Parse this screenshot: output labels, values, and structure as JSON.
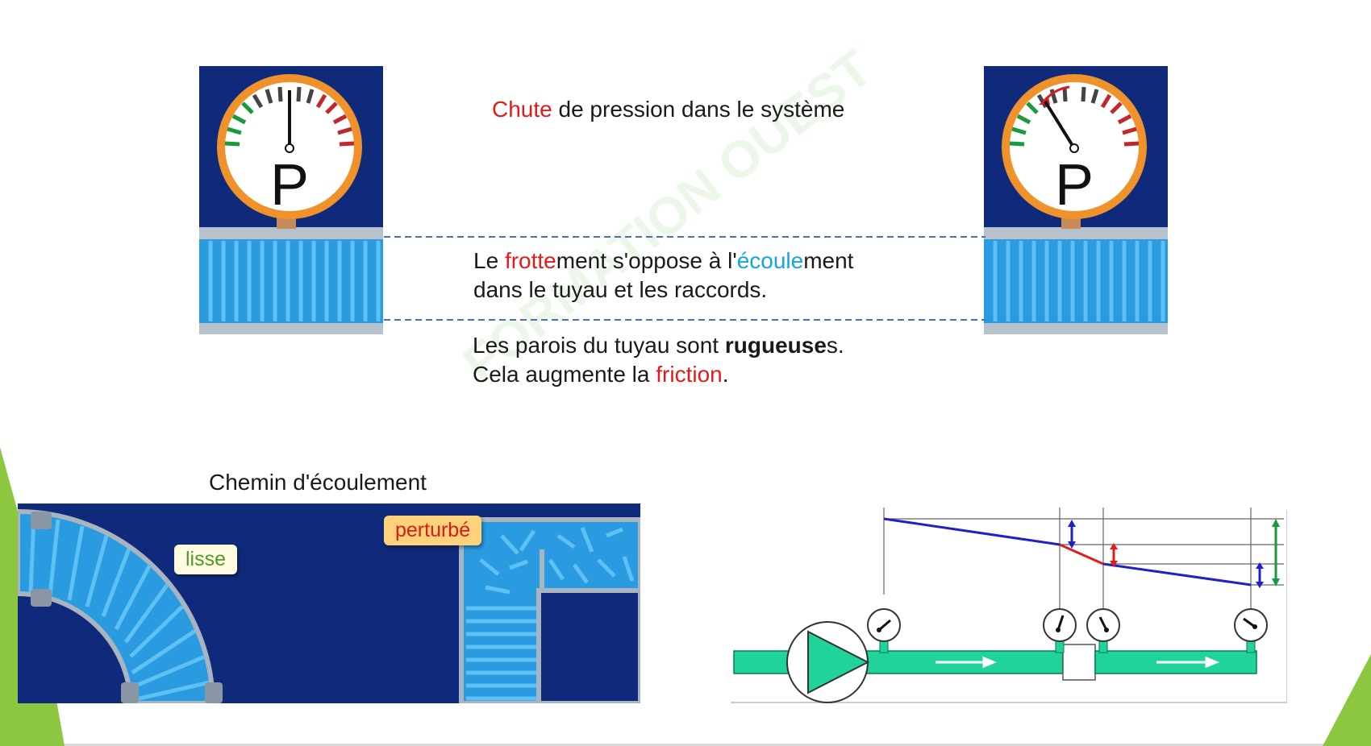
{
  "title": {
    "part1": "Chute",
    "part2": " de pression dans le système"
  },
  "friction_text": {
    "line1_a": "Le ",
    "line1_b": "frotte",
    "line1_c": "ment s'oppose à l'",
    "line1_d": "écoule",
    "line1_e": "ment",
    "line2": "dans le tuyau et les raccords."
  },
  "rough_text": {
    "line1_a": "Les parois du tuyau sont ",
    "line1_b": "rugueuse",
    "line1_c": "s.",
    "line2_a": "Cela augmente la ",
    "line2_b": "friction",
    "line2_c": "."
  },
  "gauge_letter": "P",
  "flow_path": {
    "title": "Chemin d'écoulement",
    "smooth_label": "lisse",
    "disturbed_label": "perturbé"
  },
  "watermark": "FORMATION OUEST",
  "colors": {
    "panel_blue": "#0f2a7a",
    "water_blue": "#2a9be0",
    "gauge_orange": "#f0922b",
    "accent_green": "#8dc63f",
    "pipe_green": "#1fd39a",
    "line_red": "#e31b1b",
    "line_blue": "#2020c8"
  }
}
